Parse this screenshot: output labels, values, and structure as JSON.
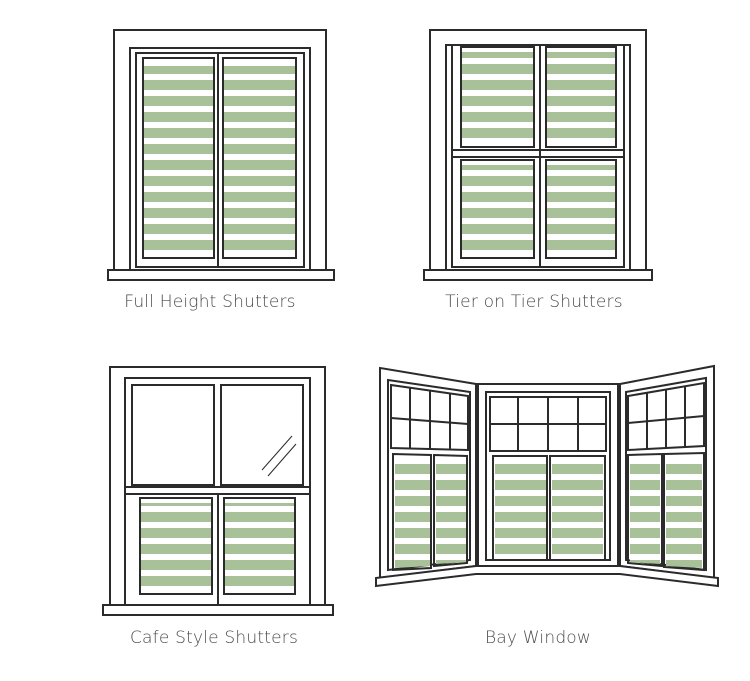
{
  "colors": {
    "outline": "#2b2b2b",
    "slat": "#a9c199",
    "caption": "#4a4a4a",
    "background": "#ffffff"
  },
  "shutter_types": [
    {
      "id": "full-height",
      "label": "Full Height Shutters"
    },
    {
      "id": "tier-on-tier",
      "label": "Tier on Tier Shutters"
    },
    {
      "id": "cafe-style",
      "label": "Cafe Style Shutters"
    },
    {
      "id": "bay-window",
      "label": "Bay Window"
    }
  ]
}
